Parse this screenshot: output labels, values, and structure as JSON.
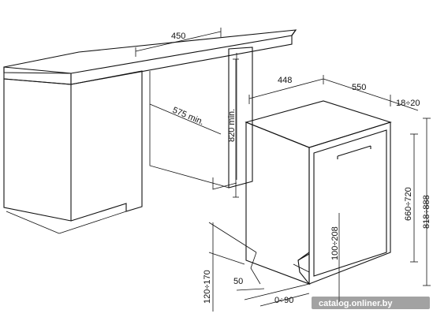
{
  "dimensions": {
    "cabinet_depth": "450",
    "niche_width_min": "575 min.",
    "niche_height": "820 min.",
    "appliance_width": "448",
    "appliance_depth": "550",
    "door_offset": "18÷20",
    "body_height": "660÷720",
    "overall_height": "818÷888",
    "plinth_gap": "100÷208",
    "plinth_height": "120÷170",
    "plinth_depth": "50",
    "foot_offset": "0÷90"
  },
  "watermark": "catalog.onliner.by",
  "colors": {
    "line": "#111111",
    "cabinet_fill": "#ffffff",
    "door_fill": "#f4f4f4",
    "watermark_text": "#ffffff"
  }
}
